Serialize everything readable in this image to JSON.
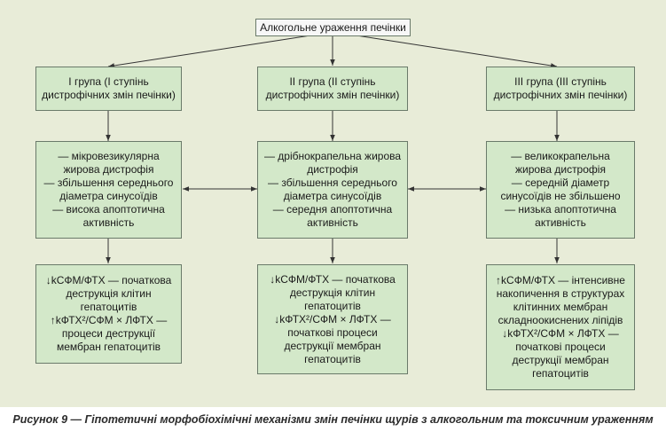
{
  "diagram": {
    "root": "Алкогольне ураження печінки",
    "groups": [
      {
        "title": [
          "I група (I ступінь",
          "дистрофічних змін печінки)"
        ],
        "morphology": [
          "— мікровезикулярна",
          "жирова дистрофія",
          "— збільшення середнього",
          "діаметра синусоїдів",
          "— висока апоптотична",
          "активність"
        ],
        "biochemistry": [
          "↓kСФМ/ФТХ — початкова",
          "деструкція клітин",
          "гепатоцитів",
          "↑kФТХ²/СФМ × ЛФТХ —",
          "процеси деструкції",
          "мембран гепатоцитів"
        ]
      },
      {
        "title": [
          "II група (II ступінь",
          "дистрофічних змін печінки)"
        ],
        "morphology": [
          "— дрібнокрапельна жирова",
          "дистрофія",
          "— збільшення середнього",
          "діаметра синусоїдів",
          "— середня апоптотична",
          "активність"
        ],
        "biochemistry": [
          "↓kСФМ/ФТХ — початкова",
          "деструкція клітин",
          "гепатоцитів",
          "↓kФТХ²/СФМ × ЛФТХ —",
          "початкові процеси",
          "деструкції мембран",
          "гепатоцитів"
        ]
      },
      {
        "title": [
          "III група (III ступінь",
          "дистрофічних змін печінки)"
        ],
        "morphology": [
          "— великокрапельна",
          "жирова дистрофія",
          "— середній діаметр",
          "синусоїдів не збільшено",
          "— низька апоптотична",
          "активність"
        ],
        "biochemistry": [
          "↑kСФМ/ФТХ — інтенсивне",
          "накопичення в структурах",
          "клітинних мембран",
          "складноокиснених ліпідів",
          "↓kФТХ²/СФМ × ЛФТХ —",
          "початкові процеси",
          "деструкції мембран",
          "гепатоцитів"
        ]
      }
    ]
  },
  "caption": "Рисунок 9 — Гіпотетичні морфобіохімічні механізми змін печінки щурів з алкогольним та токсичним ураженням",
  "colors": {
    "panel": "#e8ecd8",
    "box_fill": "#d3e8c9",
    "root_fill": "#f7f7f7",
    "stroke": "#6a7a6a",
    "arrow": "#333333"
  }
}
